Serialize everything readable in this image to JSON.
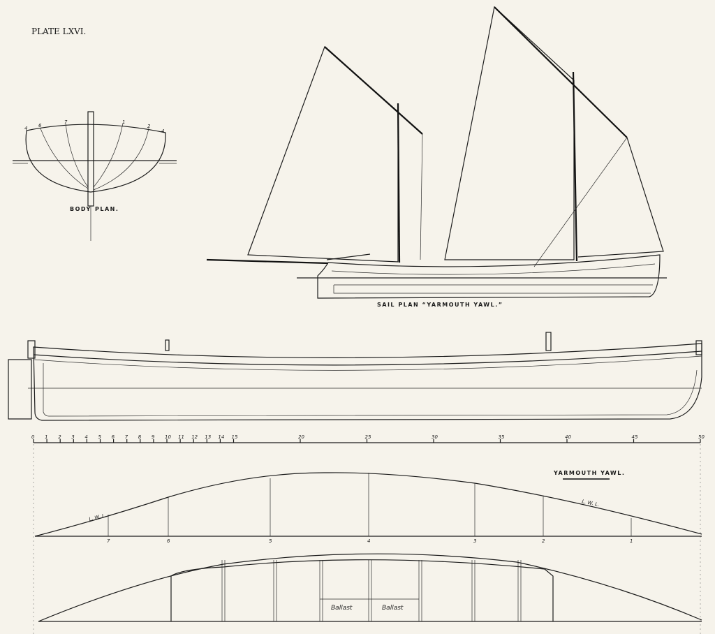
{
  "plate_title": "PLATE LXVI.",
  "body_plan": {
    "caption_left": "BODY",
    "caption_right": "PLAN.",
    "section_labels": [
      "4",
      "6",
      "7",
      "1",
      "2",
      "4"
    ]
  },
  "sail_plan": {
    "caption": "SAIL PLAN “YARMOUTH YAWL.”"
  },
  "scale": {
    "labels": [
      "0",
      "1",
      "2",
      "3",
      "4",
      "5",
      "6",
      "7",
      "8",
      "9",
      "10",
      "11",
      "12",
      "13",
      "14",
      "15",
      "20",
      "25",
      "30",
      "35",
      "40",
      "45",
      "50"
    ],
    "values": [
      0,
      1,
      2,
      3,
      4,
      5,
      6,
      7,
      8,
      9,
      10,
      11,
      12,
      13,
      14,
      15,
      20,
      25,
      30,
      35,
      40,
      45,
      50
    ]
  },
  "half_breadth": {
    "title": "YARMOUTH YAWL.",
    "lwl_label": "L. W. L.",
    "stations": [
      "7",
      "6",
      "5",
      "4",
      "3",
      "2",
      "1"
    ]
  },
  "deck_plan": {
    "ballast_labels": [
      "Ballast",
      "Ballast"
    ]
  },
  "colors": {
    "paper": "#f6f3eb",
    "ink": "#1c1c1c"
  }
}
